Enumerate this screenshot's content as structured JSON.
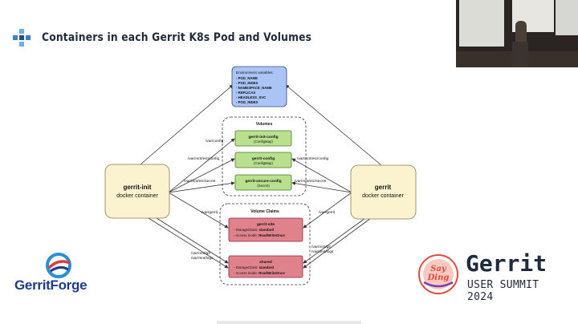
{
  "slide": {
    "title": "Containers in each Gerrit K8s Pod and Volumes"
  },
  "diagram": {
    "env_box": {
      "header": "Environment variables:",
      "items": [
        "- POD_NAME",
        "- POD_INDEX",
        "- NAMESPACE_NAME",
        "- REPLICAS",
        "- HEADLESS_SVC",
        "- POD_INDEX"
      ]
    },
    "volumes_group": {
      "title": "Volumes",
      "items": [
        {
          "name": "gerrit-init-config",
          "type": "(ConfigMap)"
        },
        {
          "name": "gerrit-config",
          "type": "(ConfigMap)"
        },
        {
          "name": "gerrit-secure-config",
          "type": "(Secret)"
        }
      ]
    },
    "claims_group": {
      "title": "Volume Claims",
      "items": [
        {
          "name": "gerrit-site",
          "line1": "- StorageClass: ",
          "line1_value": "standard",
          "line2": "- Access mode: ",
          "line2_value": "ReadWriteOnce"
        },
        {
          "name": "shared",
          "line1": "- StorageClass: ",
          "line1_value": "standard",
          "line2": "- Access mode: ",
          "line2_value": "ReadWriteOnce"
        }
      ]
    },
    "gerrit_init": {
      "name": "gerrit-init",
      "subtitle": "docker container"
    },
    "gerrit": {
      "name": "gerrit",
      "subtitle": "docker container"
    },
    "left_labels": {
      "config": "/var/config",
      "etc_config": "/var/mnt/etc/config",
      "etc_secret": "/var/mnt/etc/secret",
      "gerrit": "/var/gerrit",
      "git": "/var/mnt/git",
      "logs": "/var/mnt/logs"
    },
    "right_labels": {
      "etc_config": "/var/mnt/etc/config",
      "etc_secret": "/var/mnt/etc/secret",
      "gerrit": "/var/gerrit",
      "git": "/var/mnt/git",
      "logs": "/var/mnt/logs"
    }
  },
  "branding": {
    "left_logo": {
      "part1": "Gerrit",
      "part2": "Forge"
    },
    "summit": {
      "name": "Gerrit",
      "sub": "USER SUMMIT 2024",
      "badge_line1": "Say",
      "badge_line2": "Ding"
    }
  },
  "colors": {
    "env_fill": "#a9c4f5",
    "volume_fill": "#b8e08e",
    "claim_fill": "#e0828c",
    "container_fill": "#fbf3d0",
    "title_color": "#1f2a3c",
    "brand_blue": "#1f3a8a"
  }
}
